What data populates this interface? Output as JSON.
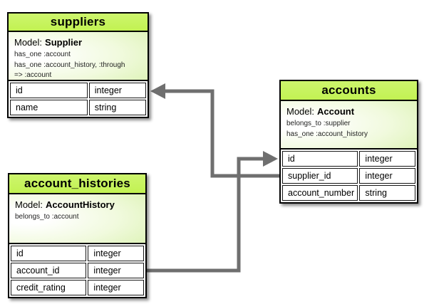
{
  "diagram": {
    "type": "entity-relationship",
    "header_color": "#c6f45c",
    "connector_color": "#6f6f6f",
    "model_label": "Model:"
  },
  "tables": [
    {
      "title": "suppliers",
      "model_name": "Supplier",
      "associations": [
        "has_one :account",
        "has_one :account_history, :through",
        "=> :account"
      ],
      "rows": [
        {
          "name": "id",
          "type": "integer"
        },
        {
          "name": "name",
          "type": "string"
        }
      ]
    },
    {
      "title": "accounts",
      "model_name": "Account",
      "associations": [
        "belongs_to :supplier",
        "has_one :account_history"
      ],
      "rows": [
        {
          "name": "id",
          "type": "integer"
        },
        {
          "name": "supplier_id",
          "type": "integer"
        },
        {
          "name": "account_number",
          "type": "string"
        }
      ]
    },
    {
      "title": "account_histories",
      "model_name": "AccountHistory",
      "associations": [
        "belongs_to :account"
      ],
      "rows": [
        {
          "name": "id",
          "type": "integer"
        },
        {
          "name": "account_id",
          "type": "integer"
        },
        {
          "name": "credit_rating",
          "type": "integer"
        }
      ]
    }
  ],
  "connections": [
    {
      "from": "accounts.supplier_id",
      "to": "suppliers.id"
    },
    {
      "from": "account_histories.account_id",
      "to": "accounts.id"
    }
  ]
}
